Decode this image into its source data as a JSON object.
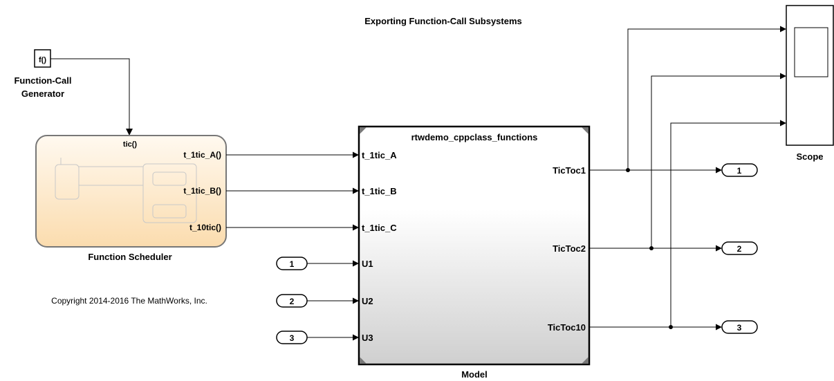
{
  "title": "Exporting Function-Call Subsystems",
  "copyright": "Copyright 2014-2016 The MathWorks, Inc.",
  "function_call_generator": {
    "icon_text": "f()",
    "name_line1": "Function-Call",
    "name_line2": "Generator"
  },
  "scheduler": {
    "name": "Function Scheduler",
    "input_port": "tic()",
    "output_ports": [
      "t_1tic_A()",
      "t_1tic_B()",
      "t_10tic()"
    ]
  },
  "model": {
    "name": "Model",
    "reference_name": "rtwdemo_cppclass_functions",
    "input_ports": [
      "t_1tic_A",
      "t_1tic_B",
      "t_1tic_C",
      "U1",
      "U2",
      "U3"
    ],
    "output_ports": [
      "TicToc1",
      "TicToc2",
      "TicToc10"
    ]
  },
  "inports": [
    "1",
    "2",
    "3"
  ],
  "outports": [
    "1",
    "2",
    "3"
  ],
  "scope": {
    "name": "Scope"
  }
}
